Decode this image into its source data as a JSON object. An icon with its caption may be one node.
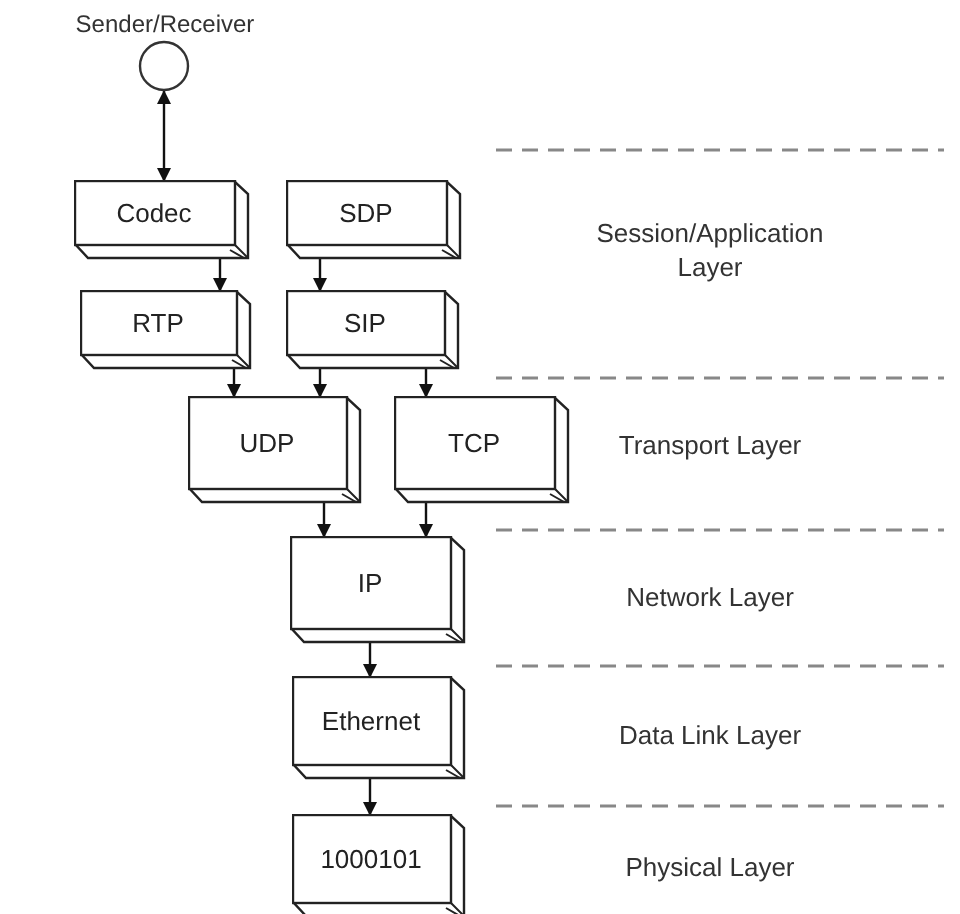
{
  "diagram": {
    "nodes": [
      {
        "text": [
          "Sender/Receiver"
        ]
      },
      {
        "text": [
          "Codec"
        ]
      },
      {
        "text": [
          "SDP"
        ]
      },
      {
        "text": [
          "RTP"
        ]
      },
      {
        "text": [
          "SIP"
        ]
      },
      {
        "text": [
          "UDP"
        ]
      },
      {
        "text": [
          "TCP"
        ]
      },
      {
        "text": [
          "IP"
        ]
      },
      {
        "text": [
          "Ethernet"
        ]
      },
      {
        "text": [
          "1000101"
        ]
      }
    ],
    "edges": [
      {
        "from": 0,
        "to": 1,
        "arrow": "both"
      },
      {
        "from": 1,
        "to": 3,
        "arrow": "to"
      },
      {
        "from": 2,
        "to": 4,
        "arrow": "to"
      },
      {
        "from": 3,
        "to": 5,
        "arrow": "to"
      },
      {
        "from": 4,
        "to": 5,
        "arrow": "to"
      },
      {
        "from": 4,
        "to": 6,
        "arrow": "to"
      },
      {
        "from": 5,
        "to": 7,
        "arrow": "to"
      },
      {
        "from": 6,
        "to": 7,
        "arrow": "to"
      },
      {
        "from": 7,
        "to": 8,
        "arrow": "to"
      },
      {
        "from": 8,
        "to": 9,
        "arrow": "to"
      }
    ],
    "labels": [
      "Session/Application Layer",
      "Transport Layer",
      "Network Layer",
      "Data Link Layer",
      "Physical Layer"
    ]
  }
}
